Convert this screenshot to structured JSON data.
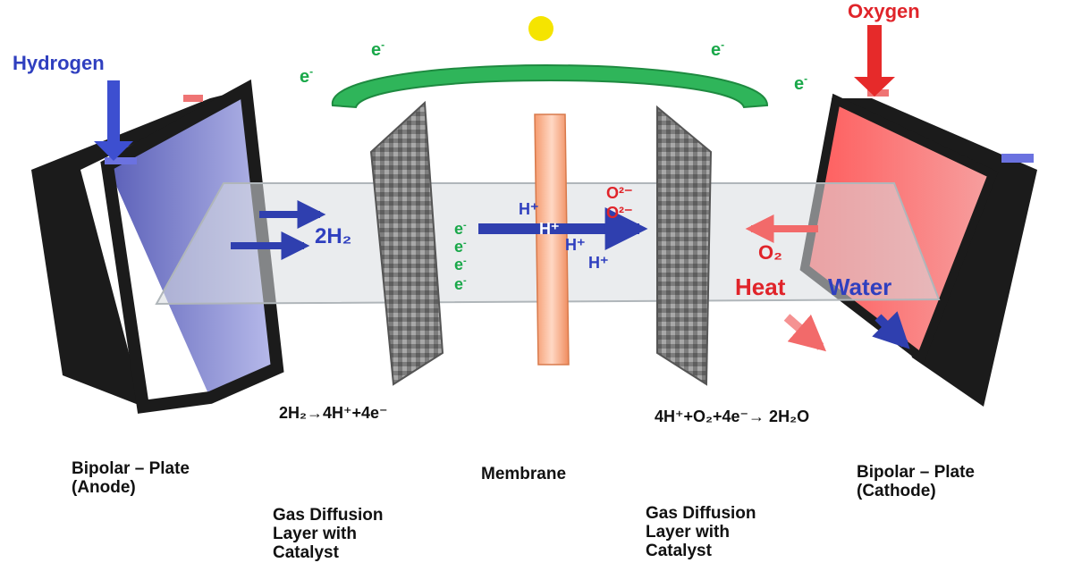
{
  "diagram": {
    "inputs": {
      "hydrogen": "Hydrogen",
      "oxygen": "Oxygen"
    },
    "electron": "e",
    "electron_sup": "-",
    "species": {
      "h2": "2H₂",
      "o2": "O₂",
      "h_plus": "H⁺",
      "o2_minus": "O²⁻",
      "heat": "Heat",
      "water": "Water"
    },
    "equations": {
      "anode": "2H₂→4H⁺+4e⁻",
      "cathode": "4H⁺+O₂+4e⁻→ 2H₂O"
    },
    "labels": {
      "anode_plate": [
        "Bipolar – Plate",
        "(Anode)"
      ],
      "gdl_left": [
        "Gas Diffusion",
        "Layer with",
        "Catalyst"
      ],
      "membrane": "Membrane",
      "gdl_right": [
        "Gas Diffusion",
        "Layer with",
        "Catalyst"
      ],
      "cathode_plate": [
        "Bipolar – Plate",
        "(Cathode)"
      ]
    },
    "colors": {
      "hydrogen": "#2f3fbf",
      "oxygen": "#e0242a",
      "electron": "#1aa84a",
      "circuit": "#2fb55a",
      "sun": "#f5e400",
      "plate_frame": "#1b1b1b",
      "anode_face": "#8e93d6",
      "cathode_face": "#f07a7a",
      "membrane": "#f2a27c",
      "gdl": "#8a8a8a"
    }
  }
}
